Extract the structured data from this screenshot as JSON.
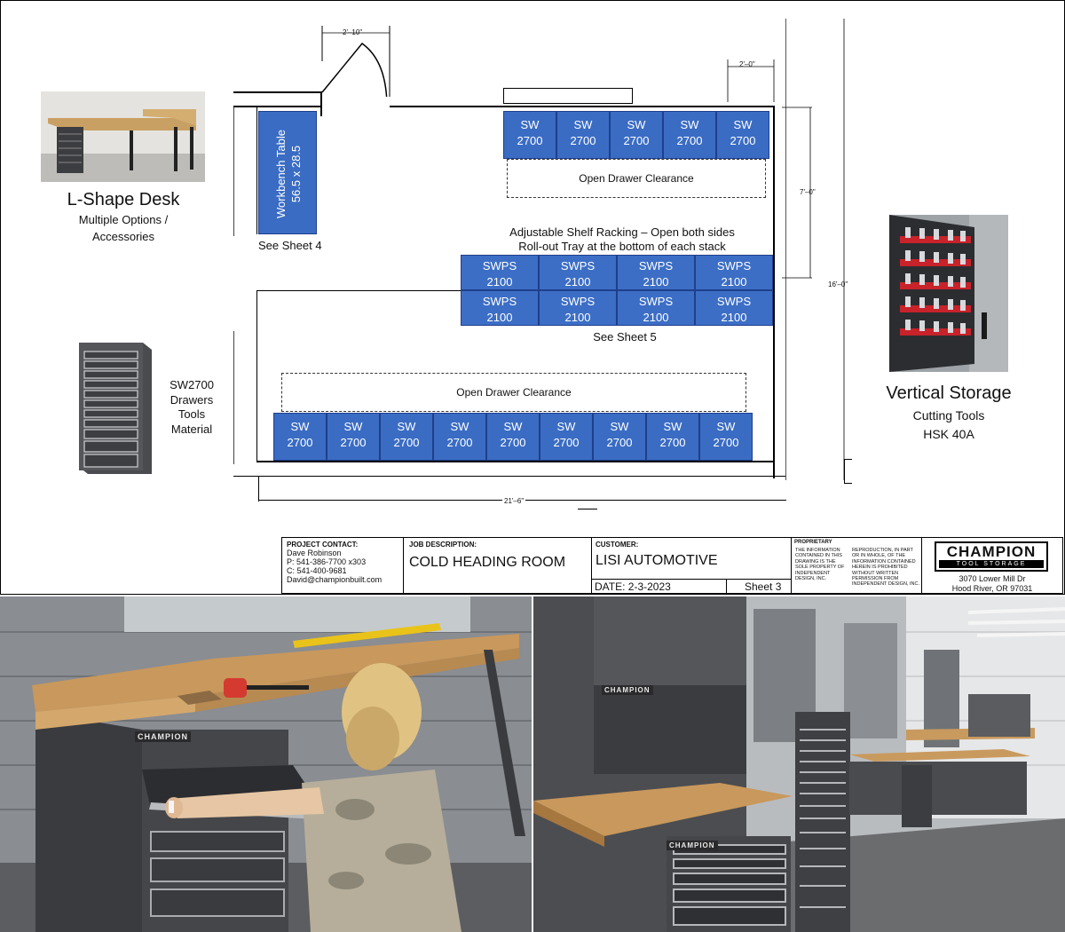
{
  "floorplan": {
    "sw_top": [
      "SW 2700",
      "SW 2700",
      "SW 2700",
      "SW 2700",
      "SW 2700"
    ],
    "sw_bottom": [
      "SW 2700",
      "SW 2700",
      "SW 2700",
      "SW 2700",
      "SW 2700",
      "SW 2700",
      "SW 2700",
      "SW 2700",
      "SW 2700"
    ],
    "swps_row1": [
      "SWPS 2100",
      "SWPS 2100",
      "SWPS 2100",
      "SWPS 2100"
    ],
    "swps_row2": [
      "SWPS 2100",
      "SWPS 2100",
      "SWPS 2100",
      "SWPS 2100"
    ],
    "open_drawer_top": "Open Drawer Clearance",
    "open_drawer_bottom": "Open Drawer Clearance",
    "racking_line1": "Adjustable Shelf Racking – Open both sides",
    "racking_line2": "Roll-out Tray at the bottom of each stack",
    "see_sheet5": "See Sheet 5",
    "see_sheet4": "See Sheet 4",
    "workbench_line1": "Workbench Table",
    "workbench_line2": "56.5 x 28.5",
    "dims": {
      "door": "2'–10\"",
      "right_top": "2'–0\"",
      "right_mid": "7'–0\"",
      "height": "16'–0\"",
      "width": "21'–6\""
    }
  },
  "left_panel": {
    "lshape_title": "L-Shape Desk",
    "lshape_sub1": "Multiple Options /",
    "lshape_sub2": "Accessories",
    "sw_label1": "SW2700",
    "sw_label2": "Drawers",
    "sw_label3": "Tools",
    "sw_label4": "Material"
  },
  "right_panel": {
    "title": "Vertical Storage",
    "sub1": "Cutting Tools",
    "sub2": "HSK 40A"
  },
  "title_block": {
    "contact_h": "PROJECT CONTACT:",
    "contact_name": "Dave Robinson",
    "contact_p": "P: 541-386-7700 x303",
    "contact_c": "C: 541-400-9681",
    "contact_email": "David@championbuilt.com",
    "job_h": "JOB DESCRIPTION:",
    "job": "COLD HEADING ROOM",
    "customer_h": "CUSTOMER:",
    "customer": "LISI AUTOMOTIVE",
    "date": "DATE: 2-3-2023",
    "sheet": "Sheet 3",
    "prop_h": "PROPRIETARY",
    "prop1": "THE INFORMATION CONTAINED IN THIS DRAWING IS THE SOLE PROPERTY OF INDEPENDENT DESIGN, INC.",
    "prop2": "REPRODUCTION, IN PART OR IN WHOLE, OF THE INFORMATION CONTAINED HEREIN IS PROHIBITED WITHOUT WRITTEN PERMISSION FROM INDEPENDENT DESIGN, INC.",
    "logo_main": "CHAMPION",
    "logo_sub": "TOOL STORAGE",
    "address1": "3070 Lower Mill Dr",
    "address2": "Hood River, OR 97031"
  },
  "photos": {
    "logo_left": "CHAMPION",
    "logo_right1": "CHAMPION",
    "logo_right2": "CHAMPION"
  }
}
